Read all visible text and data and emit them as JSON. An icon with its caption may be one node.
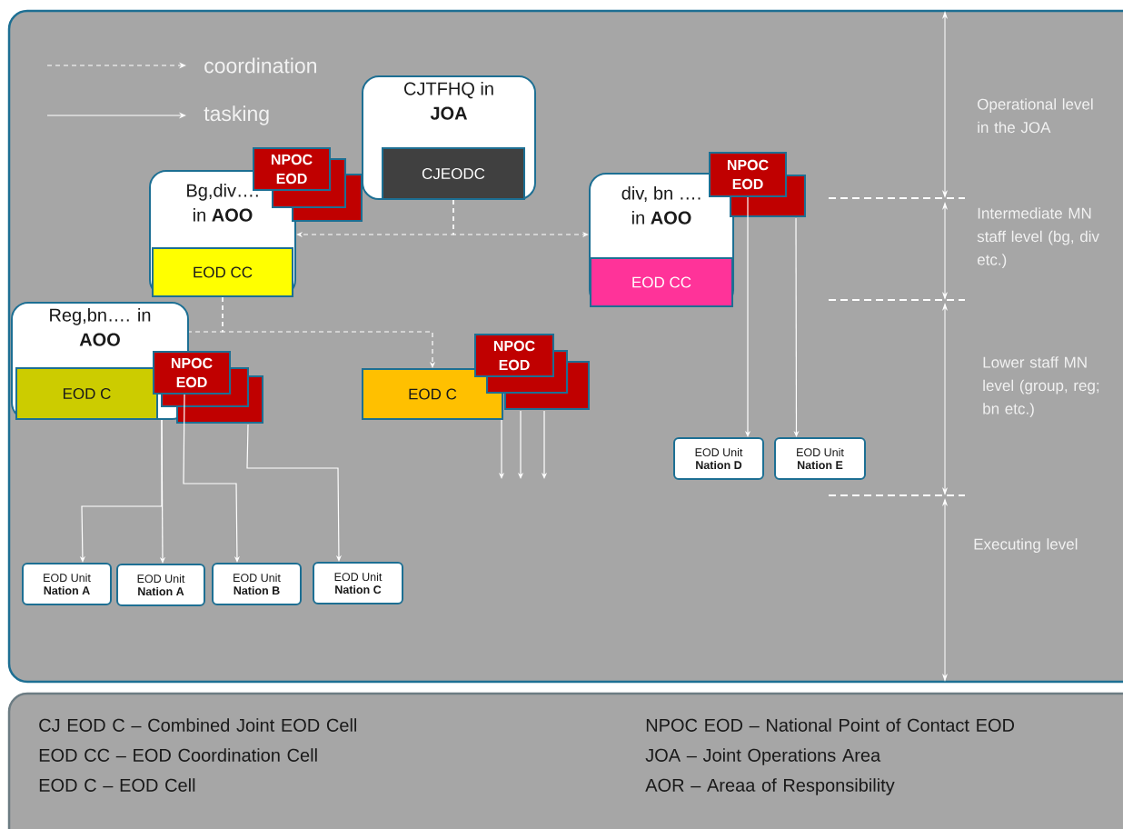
{
  "diagram": {
    "nodes": [
      {
        "text": [
          "CJTFHQ in **JOA**"
        ]
      },
      {
        "text": [
          "CJEODC"
        ],
        "in": 0
      },
      {
        "text": [
          "Bg,div…. in **AOO**"
        ]
      },
      {
        "text": [
          "EOD CC"
        ],
        "in": 2
      },
      {
        "text": [
          "NPOC EOD"
        ]
      },
      {
        "text": [
          "div, bn …. in **AOO**"
        ]
      },
      {
        "text": [
          "EOD CC"
        ],
        "in": 5
      },
      {
        "text": [
          "NPOC EOD"
        ]
      },
      {
        "text": [
          "Reg,bn…. in **AOO**"
        ]
      },
      {
        "text": [
          "EOD C"
        ],
        "in": 8
      },
      {
        "text": [
          "NPOC EOD"
        ]
      },
      {
        "text": [
          "EOD C"
        ]
      },
      {
        "text": [
          "NPOC EOD"
        ]
      },
      {
        "text": [
          "EOD Unit",
          "Nation D"
        ]
      },
      {
        "text": [
          "EOD Unit",
          "Nation E"
        ]
      },
      {
        "text": [
          "EOD Unit",
          "Nation A"
        ]
      },
      {
        "text": [
          "EOD Unit",
          "Nation A"
        ]
      },
      {
        "text": [
          "EOD Unit",
          "Nation B"
        ]
      },
      {
        "text": [
          "EOD Unit",
          "Nation C"
        ]
      }
    ],
    "edges": [
      {
        "from": 1,
        "to": 2,
        "arrow": "to",
        "style": "dashed"
      },
      {
        "from": 1,
        "to": 5,
        "arrow": "to",
        "style": "dashed"
      },
      {
        "from": 3,
        "to": 11,
        "arrow": "to",
        "style": "dashed"
      },
      {
        "from": 3,
        "to": 8,
        "arrow": "none",
        "style": "dashed"
      },
      {
        "from": 7,
        "to": 13,
        "arrow": "to"
      },
      {
        "from": 7,
        "to": 14,
        "arrow": "to"
      },
      {
        "from": 8,
        "to": 15,
        "arrow": "to"
      },
      {
        "from": 8,
        "to": 16,
        "arrow": "to"
      },
      {
        "from": 10,
        "to": 17,
        "arrow": "to"
      },
      {
        "from": 10,
        "to": 18,
        "arrow": "to"
      },
      {
        "from": 11,
        "to": null,
        "arrow": "to"
      },
      {
        "from": 12,
        "to": null,
        "arrow": "to"
      },
      {
        "from": 12,
        "to": null,
        "arrow": "to"
      }
    ],
    "labels": [
      "Operational level in the JOA",
      "Intermediate MN staff level (bg, div etc.)",
      "Lower staff MN level (group, reg; bn etc.)",
      "Executing level",
      "CJ EOD C – Combined Joint EOD Cell",
      "NPOC EOD – National Point of Contact EOD",
      "EOD CC – EOD Coordination Cell",
      "JOA – Joint Operations Area",
      "EOD C – EOD Cell",
      "AOR – Areaa of Responsibility"
    ],
    "legend": [
      {
        "text": "coordination"
      },
      {
        "text": "tasking"
      }
    ]
  }
}
